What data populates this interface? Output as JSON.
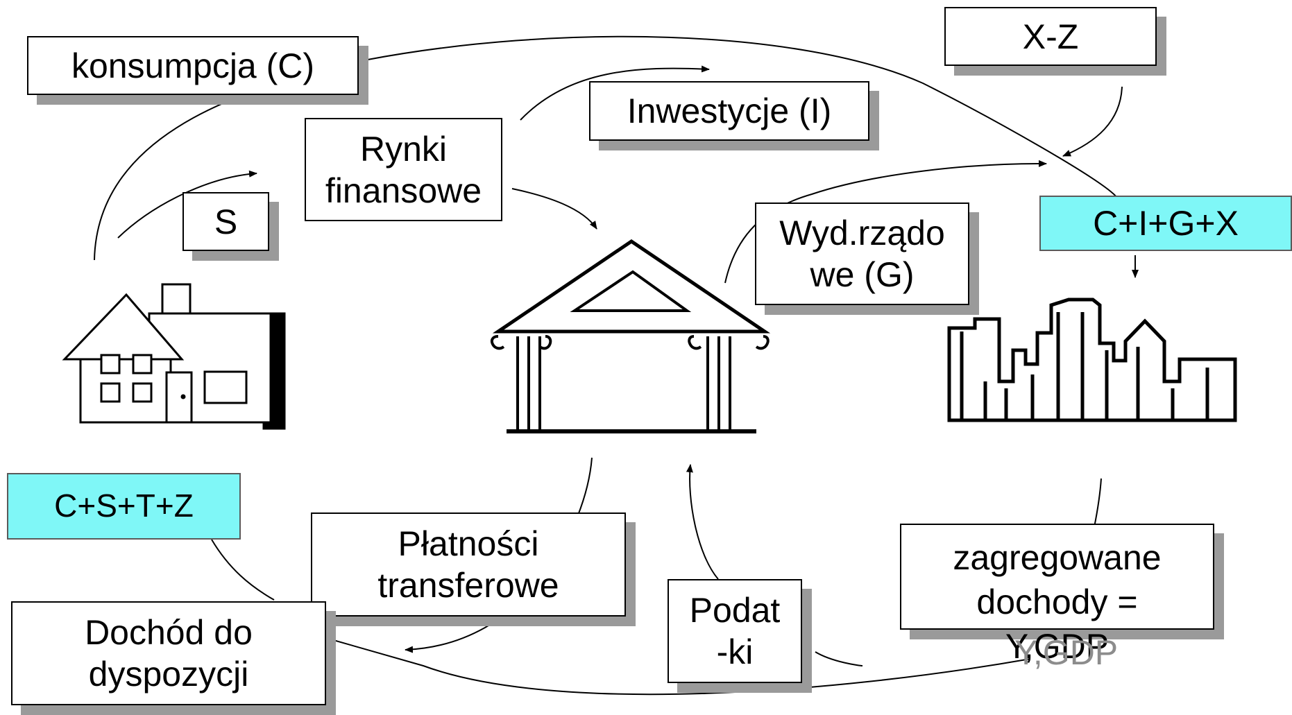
{
  "boxes": {
    "konsumpcja": "konsumpcja (C)",
    "xz": "X-Z",
    "inwestycje": "Inwestycje (I)",
    "rynki": "Rynki\nfinansowe",
    "s": "S",
    "wydatki": "Wyd.rządo\nwe (G)",
    "cigx": "C+I+G+X",
    "cstz": "C+S+T+Z",
    "platnosci": "Płatności\ntransferowe",
    "dochod": "Dochód do\ndyspozycji",
    "podatki": "Podat\n-ki",
    "zagregowane": "zagregowane\ndochody =\nY,GDP"
  },
  "overlay_text": "Y,GDP",
  "icons": {
    "house": "house-icon",
    "bank": "bank-icon",
    "city": "city-skyline-icon"
  },
  "colors": {
    "highlight": "#7ff7f7",
    "shadow": "#9a9a9a",
    "stroke": "#000000"
  }
}
